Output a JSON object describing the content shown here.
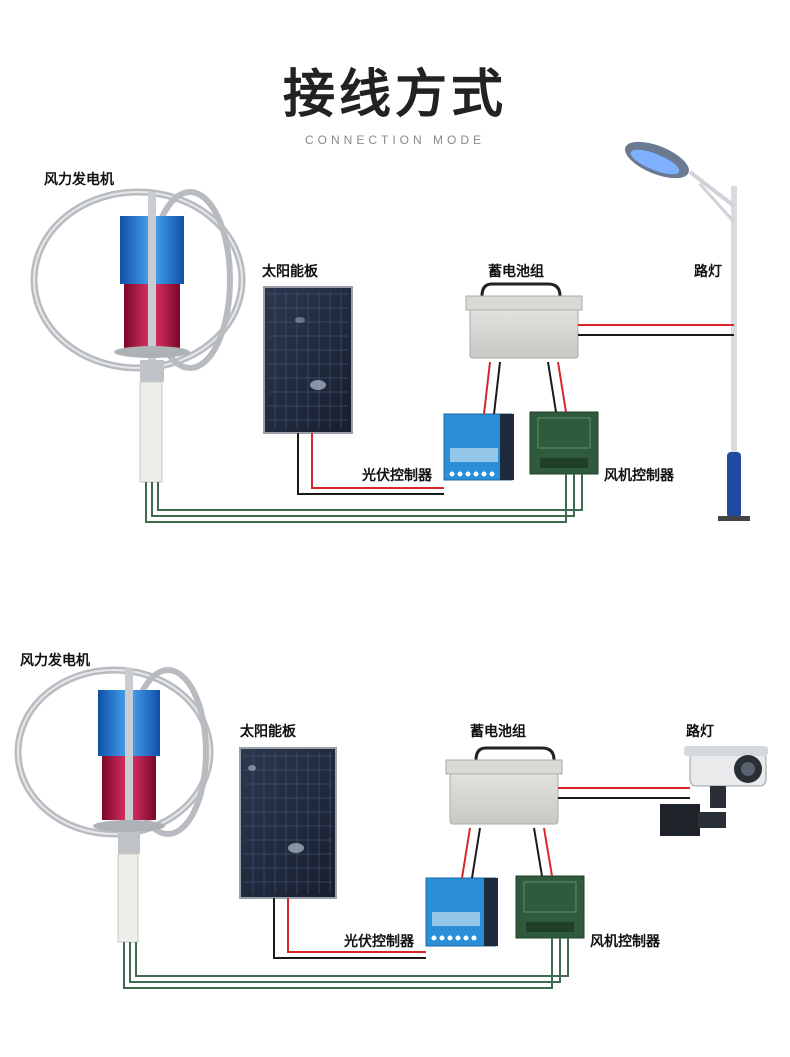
{
  "header": {
    "title": "接线方式",
    "subtitle": "CONNECTION MODE"
  },
  "diagrams": [
    {
      "wind_turbine": "风力发电机",
      "solar_panel": "太阳能板",
      "battery": "蓄电池组",
      "load": "路灯",
      "pv_controller": "光伏控制器",
      "wind_controller": "风机控制器"
    },
    {
      "wind_turbine": "风力发电机",
      "solar_panel": "太阳能板",
      "battery": "蓄电池组",
      "load": "路灯",
      "pv_controller": "光伏控制器",
      "wind_controller": "风机控制器"
    }
  ],
  "colors": {
    "wire_red": "#d8262b",
    "wire_black": "#1a1a1a",
    "wire_green": "#3f6b4f",
    "panel_dark": "#1f2a3d",
    "pv_controller_blue": "#2a8fd6",
    "wind_controller_green": "#2f5a3c",
    "blade_blue": "#1d6fd0",
    "blade_red": "#b01040"
  }
}
